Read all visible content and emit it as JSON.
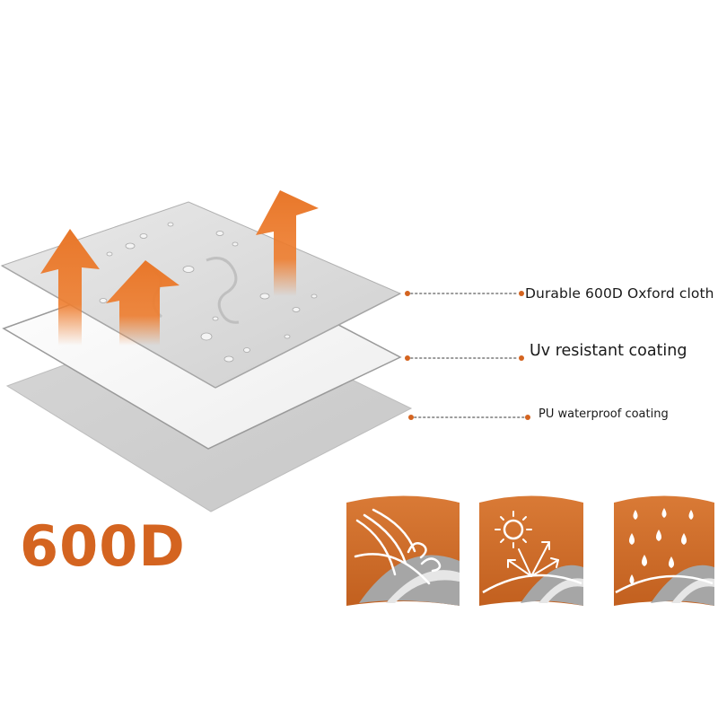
{
  "layers": [
    {
      "label": "Durable 600D Oxford cloth"
    },
    {
      "label": "Uv resistant coating"
    },
    {
      "label": "PU waterproof coating"
    }
  ],
  "denier": "600D",
  "features": [
    {
      "icon": "wind-icon"
    },
    {
      "icon": "sun-uv-icon"
    },
    {
      "icon": "rain-drops-icon"
    }
  ],
  "colors": {
    "accent": "#d46420",
    "arrow": "#ee7d2e",
    "icon_bg": "#cf6b2a",
    "layer_top": "#dcdcdc",
    "layer_mid": "#f7f7f7",
    "layer_bottom": "#cfcfcf"
  }
}
